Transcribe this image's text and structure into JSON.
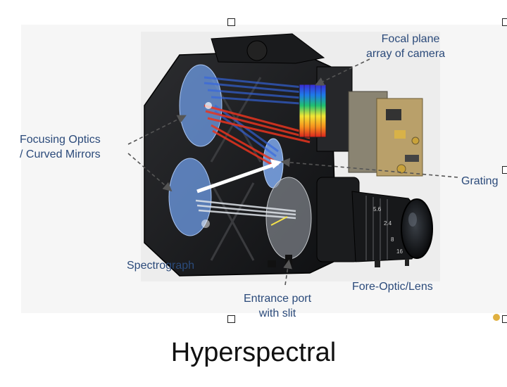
{
  "labels": {
    "focal_plane_line1": "Focal plane",
    "focal_plane_line2": "array of camera",
    "focusing_line1": "Focusing Optics",
    "focusing_line2": "/ Curved Mirrors",
    "grating": "Grating",
    "spectrograph": "Spectrograph",
    "entrance_line1": "Entrance port",
    "entrance_line2": "with slit",
    "fore_optic": "Fore-Optic/Lens"
  },
  "lens_markings": [
    "5.6",
    "2.4",
    "8",
    "16"
  ],
  "caption": "Hyperspectral"
}
